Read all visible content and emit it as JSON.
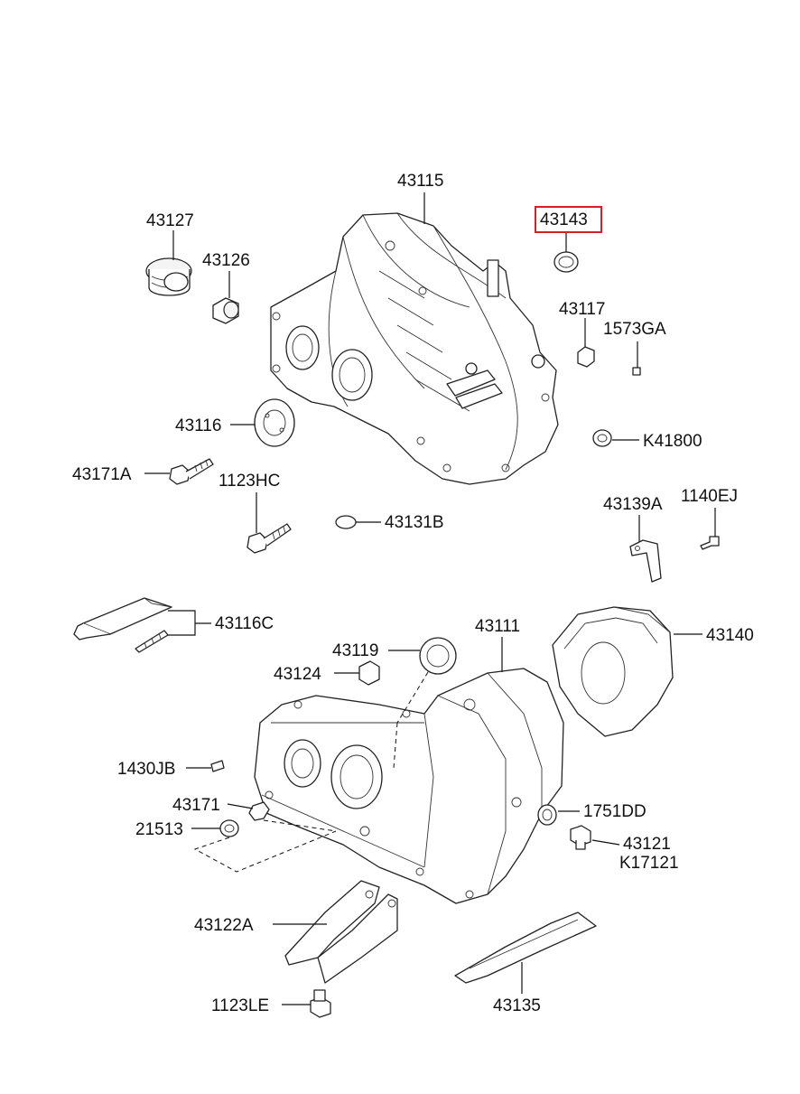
{
  "labels": {
    "p43115": "43115",
    "p43127": "43127",
    "p43126": "43126",
    "p43143": "43143",
    "p43117": "43117",
    "p1573GA": "1573GA",
    "p43116": "43116",
    "pK41800": "K41800",
    "p43171A": "43171A",
    "p1123HC": "1123HC",
    "p43131B": "43131B",
    "p43139A": "43139A",
    "p1140EJ": "1140EJ",
    "p43116C": "43116C",
    "p43111": "43111",
    "p43140": "43140",
    "p43119": "43119",
    "p43124": "43124",
    "p1430JB": "1430JB",
    "p43171": "43171",
    "p1751DD": "1751DD",
    "p21513": "21513",
    "p43121": "43121",
    "pK17121": "K17121",
    "p43122A": "43122A",
    "p1123LE": "1123LE",
    "p43135": "43135"
  },
  "highlight": {
    "part": "43143",
    "color": "#d62027"
  }
}
